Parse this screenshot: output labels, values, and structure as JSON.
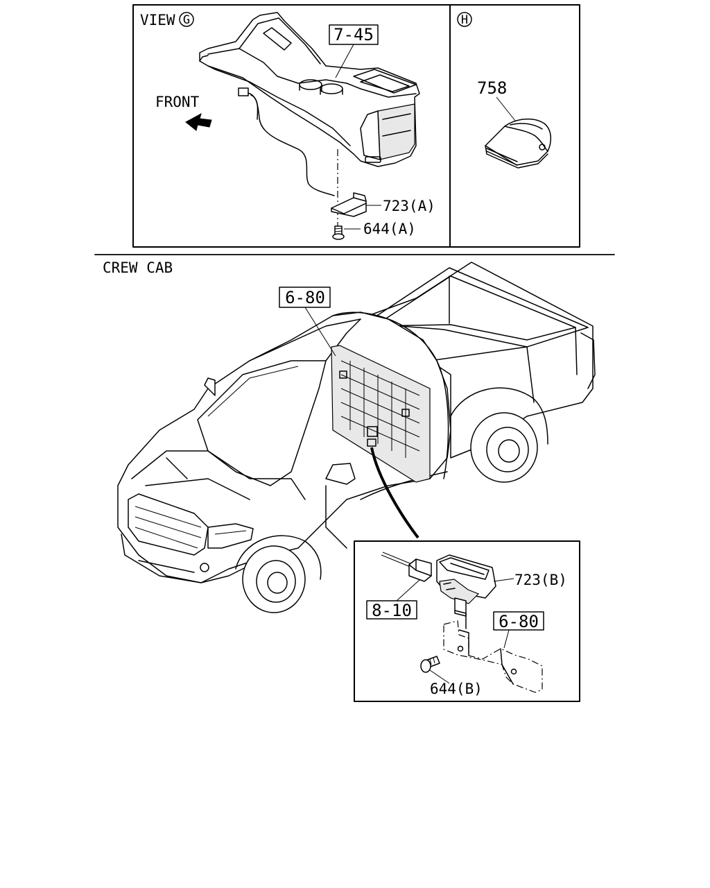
{
  "view_g": {
    "label": "VIEW",
    "marker": "G"
  },
  "view_h": {
    "marker": "H"
  },
  "front_label": "FRONT",
  "section_title": "CREW CAB",
  "callouts": {
    "c7_45": "7-45",
    "c723a": "723(A)",
    "c644a": "644(A)",
    "c758": "758",
    "c6_80_main": "6-80",
    "c8_10": "8-10",
    "c723b": "723(B)",
    "c6_80_inset": "6-80",
    "c644b": "644(B)"
  }
}
